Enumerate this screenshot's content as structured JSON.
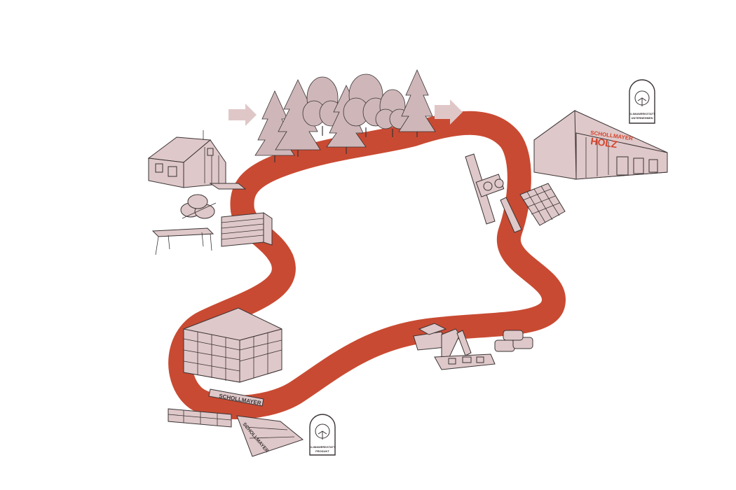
{
  "colors": {
    "loop": "#c94a32",
    "fill": "#dfc8c9",
    "line": "#3a3335",
    "arrow": "#e0c7c7",
    "tree": "#cfb7b9",
    "logo_red": "#d4432c"
  },
  "labels": {
    "factory_brand_top": "SCHOLLMAYER",
    "factory_brand_main": "HOLZ",
    "beam_brand": "SCHOLLMAYER",
    "panel_brand": "SCHOLLMAYER"
  },
  "seals": {
    "top": {
      "line1": "KLIMAWERKSTATT",
      "line2": "UNTERNEHMEN",
      "emblem": "tree-seal-icon"
    },
    "bottom": {
      "line1": "KLIMAWERKSTATT",
      "line2": "PRODUKT",
      "emblem": "tree-seal-icon"
    }
  },
  "icons": {
    "forest": "forest-icon",
    "house": "wooden-house-icon",
    "factory": "sawmill-factory-icon",
    "harvester": "timber-harvester-icon",
    "excavator": "demolition-excavator-icon",
    "building": "timber-frame-building-icon"
  }
}
